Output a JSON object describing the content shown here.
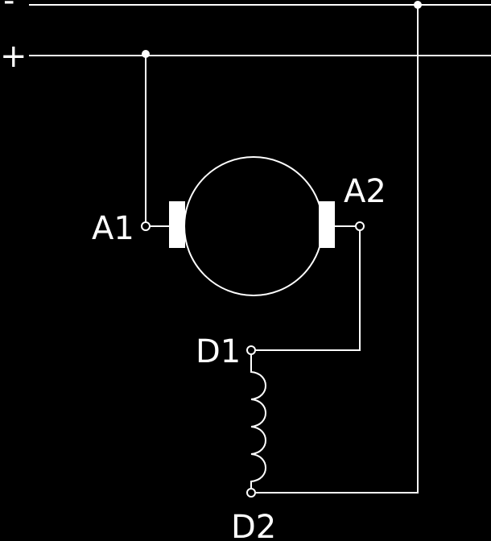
{
  "colors": {
    "background": "#000000",
    "foreground": "#ffffff"
  },
  "rails": {
    "negative": "-",
    "positive": "+"
  },
  "motor": {
    "terminal_a1": "A1",
    "terminal_a2": "A2"
  },
  "field_winding": {
    "terminal_d1": "D1",
    "terminal_d2": "D2"
  }
}
